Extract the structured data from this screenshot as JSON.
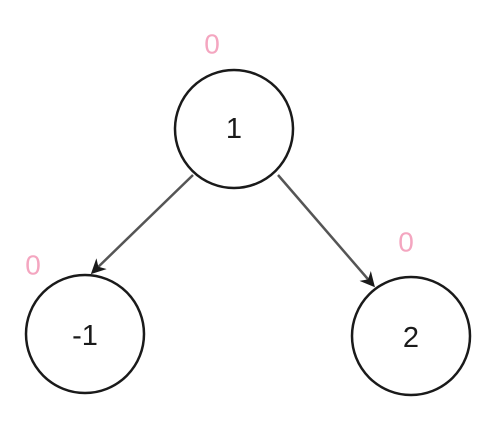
{
  "colors": {
    "node_stroke": "#1a1a1a",
    "edge": "#555555",
    "annotation": "#f4a6c0"
  },
  "tree": {
    "root": {
      "value": "1",
      "annotation": "0"
    },
    "left": {
      "value": "-1",
      "annotation": "0"
    },
    "right": {
      "value": "2",
      "annotation": "0"
    },
    "edges": [
      {
        "from": "root",
        "to": "left"
      },
      {
        "from": "root",
        "to": "right"
      }
    ]
  }
}
